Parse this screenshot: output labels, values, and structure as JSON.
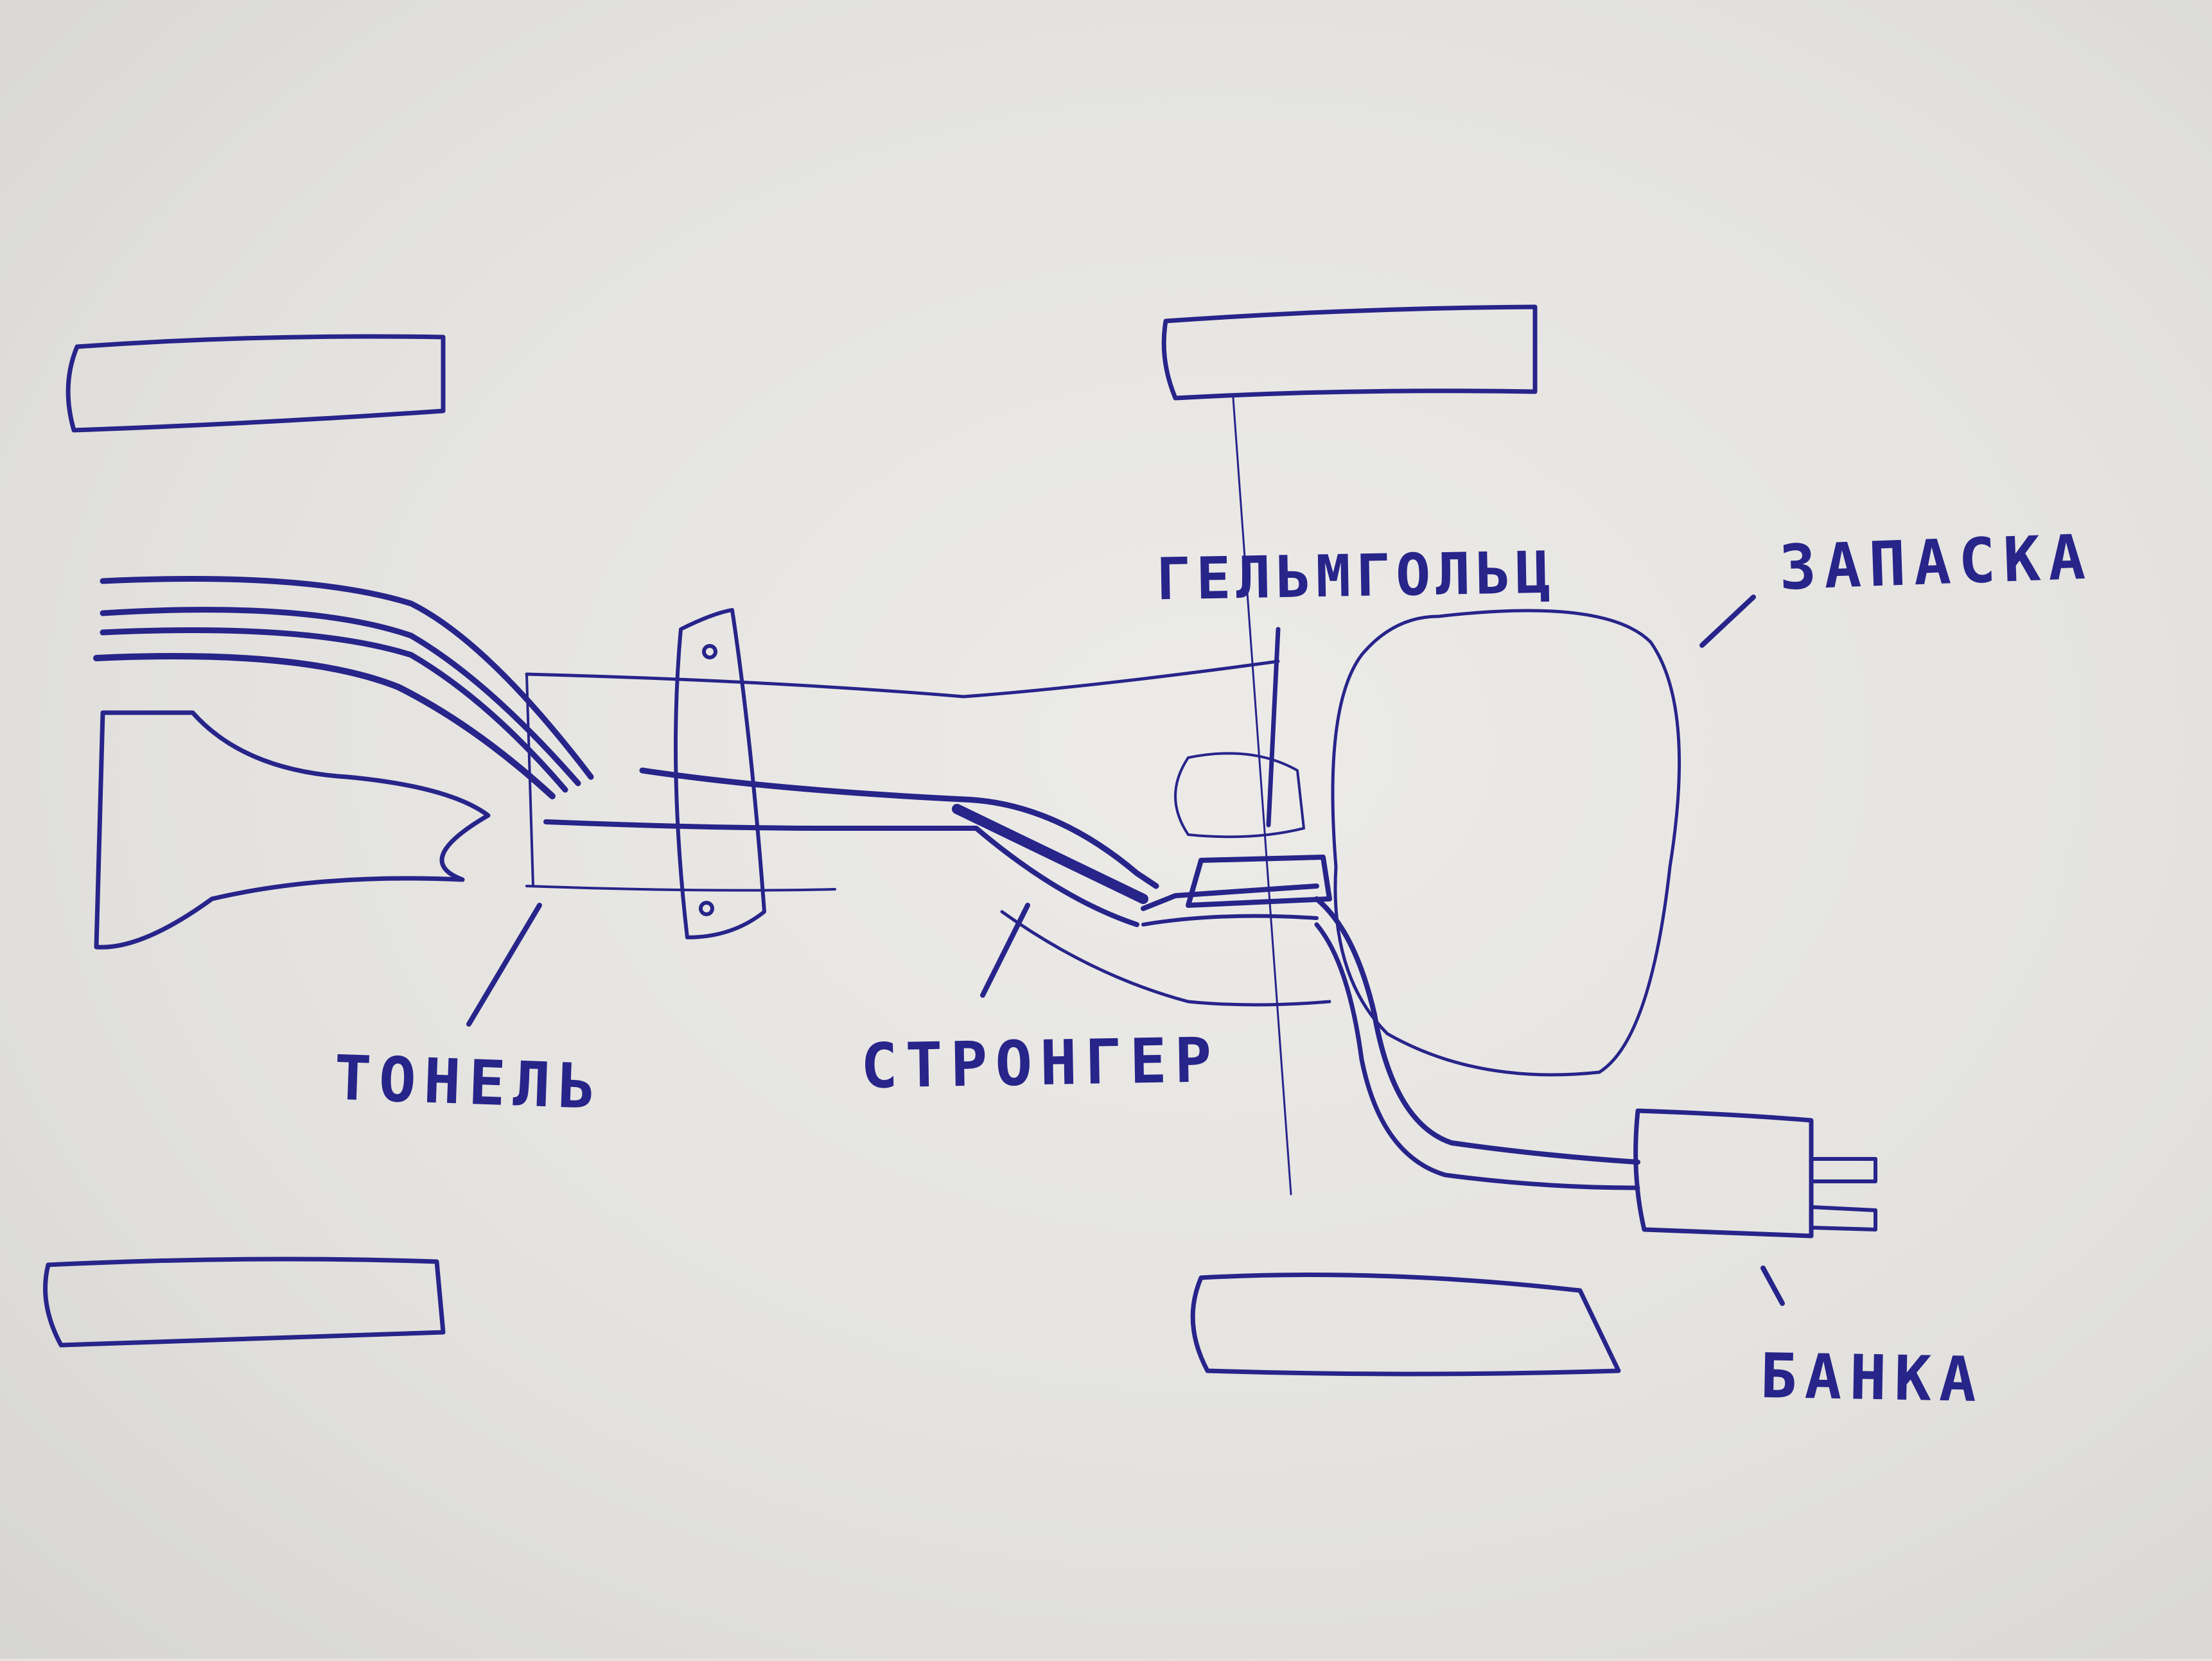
{
  "ink_color": "#27248a",
  "labels": {
    "tunnel": "ТОНЕЛЬ",
    "stringer": "СТРОНГЕР",
    "muffler": "ГЕЛЬМГОЛЬЦ",
    "spare_wheel": "ЗАПАСКА",
    "tank": "БАНКА"
  }
}
